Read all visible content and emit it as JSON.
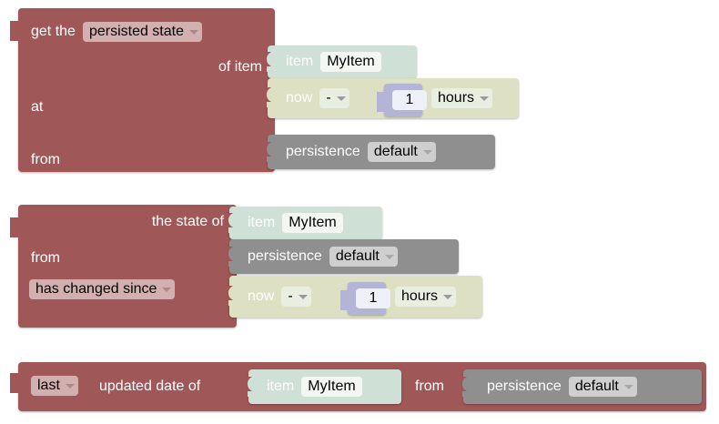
{
  "app": {
    "name": "blockly-rules-editor",
    "background": "#ffffff"
  },
  "colors": {
    "statement_red": "#a05757",
    "item_mint": "#cfe0d6",
    "datetime_olive": "#dde0c2",
    "persistence_grey": "#8f8f8f",
    "number_lavender": "#b4b4d6",
    "field_light": "#f2f7f2",
    "dropdown_red": "#d3b0b0",
    "dropdown_grey": "#cfcfcf",
    "dropdown_olive": "#e9efe0",
    "label_text": "#ffffff",
    "field_text": "#000000"
  },
  "blocks": [
    {
      "id": "persisted-state-block",
      "kind": "statement",
      "color": "statement_red",
      "rows": [
        {
          "id": "row-get-the",
          "prefix": "get the",
          "dropdown": {
            "label": "persisted state",
            "icon": "chevron-down-icon"
          },
          "input": null
        },
        {
          "id": "row-of-item",
          "prefix": "of item",
          "dropdown": null,
          "input": {
            "id": "item-block-1",
            "color": "item_mint",
            "label": "item",
            "field": {
              "type": "text",
              "value": "MyItem"
            }
          }
        },
        {
          "id": "row-at",
          "prefix": "at",
          "dropdown": null,
          "input": {
            "id": "datetime-block-1",
            "color": "datetime_olive",
            "label": "now",
            "operator": {
              "label": "-",
              "icon": "chevron-down-icon"
            },
            "number": {
              "value": "1",
              "color": "number_lavender"
            },
            "unit": {
              "label": "hours",
              "icon": "chevron-down-icon"
            }
          }
        },
        {
          "id": "row-from",
          "prefix": "from",
          "dropdown": null,
          "input": {
            "id": "persistence-block-1",
            "color": "persistence_grey",
            "label": "persistence",
            "field": {
              "type": "dropdown",
              "value": "default",
              "icon": "chevron-down-icon"
            }
          }
        }
      ]
    },
    {
      "id": "state-changed-block",
      "kind": "statement",
      "color": "statement_red",
      "rows": [
        {
          "id": "row-the-state-of",
          "prefix": "the state of",
          "dropdown": null,
          "input": {
            "id": "item-block-2",
            "color": "item_mint",
            "label": "item",
            "field": {
              "type": "text",
              "value": "MyItem"
            }
          }
        },
        {
          "id": "row-from-2",
          "prefix": "from",
          "dropdown": null,
          "input": {
            "id": "persistence-block-2",
            "color": "persistence_grey",
            "label": "persistence",
            "field": {
              "type": "dropdown",
              "value": "default",
              "icon": "chevron-down-icon"
            }
          }
        },
        {
          "id": "row-has-changed-since",
          "prefix": "",
          "dropdown": {
            "label": "has changed since",
            "icon": "chevron-down-icon"
          },
          "input": {
            "id": "datetime-block-2",
            "color": "datetime_olive",
            "label": "now",
            "operator": {
              "label": "-",
              "icon": "chevron-down-icon"
            },
            "number": {
              "value": "1",
              "color": "number_lavender"
            },
            "unit": {
              "label": "hours",
              "icon": "chevron-down-icon"
            }
          }
        }
      ]
    },
    {
      "id": "updated-date-block",
      "kind": "statement-inline",
      "color": "statement_red",
      "rows": [
        {
          "id": "row-last-updated-date-of",
          "dropdown": {
            "label": "last",
            "icon": "chevron-down-icon"
          },
          "mid_label": "updated date of",
          "input": {
            "id": "item-block-3",
            "color": "item_mint",
            "label": "item",
            "field": {
              "type": "text",
              "value": "MyItem"
            }
          },
          "tail_label": "from",
          "input2": {
            "id": "persistence-block-3",
            "color": "persistence_grey",
            "label": "persistence",
            "field": {
              "type": "dropdown",
              "value": "default",
              "icon": "chevron-down-icon"
            }
          }
        }
      ]
    }
  ]
}
